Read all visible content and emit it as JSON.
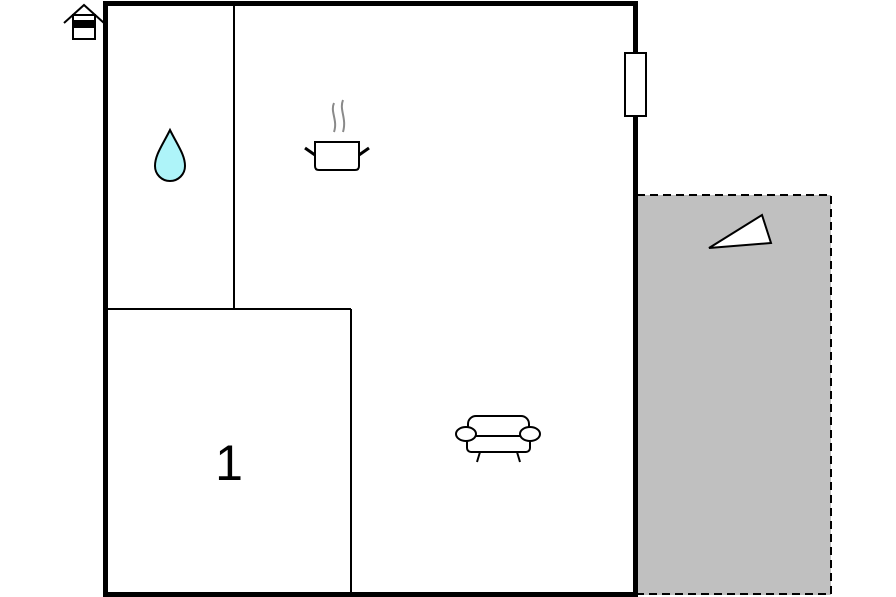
{
  "diagram": {
    "type": "floor-plan",
    "rooms": [
      {
        "name": "bedroom",
        "label": "1",
        "icon": "bed-number"
      },
      {
        "name": "bathroom",
        "icon": "water-drop-icon"
      },
      {
        "name": "kitchen",
        "icon": "cooking-pot-icon"
      },
      {
        "name": "living-area",
        "icon": "sofa-icon"
      },
      {
        "name": "terrace",
        "icon": "terrace-triangle-icon"
      }
    ],
    "entrance_icon": "entrance-house-icon",
    "window_icon": "window-icon",
    "colors": {
      "walls": "#000000",
      "background": "#ffffff",
      "terrace_fill": "#c0c0c0",
      "water_drop": "#aef4f9",
      "steam": "#8a8a8a"
    }
  }
}
